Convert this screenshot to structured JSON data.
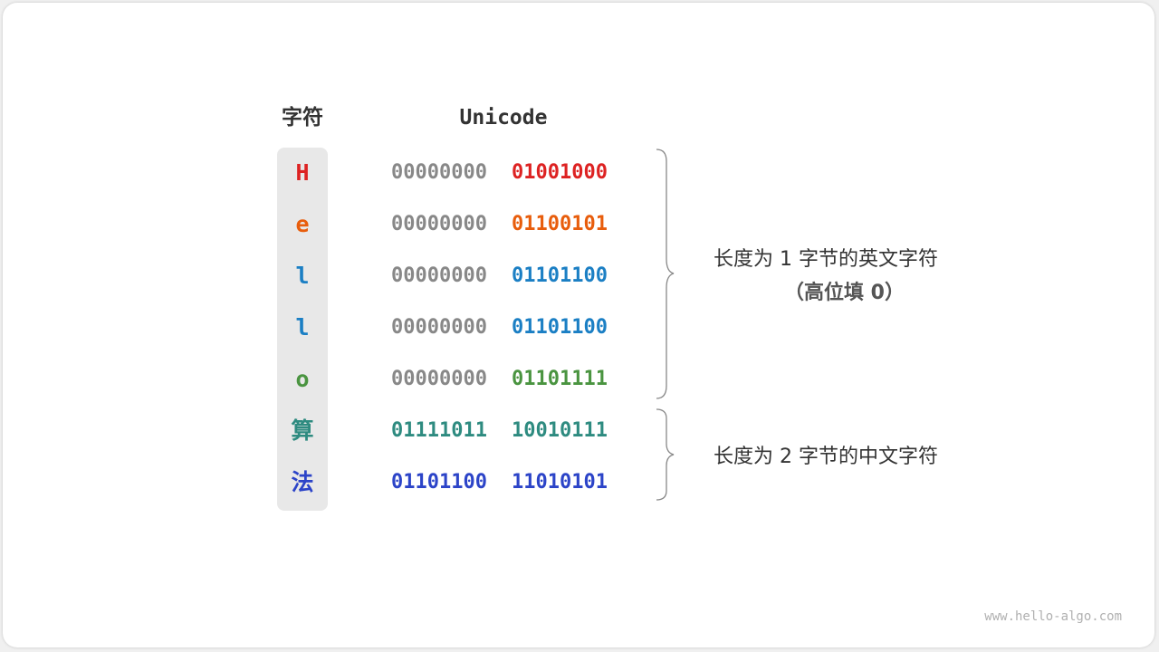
{
  "headers": {
    "char": "字符",
    "unicode": "Unicode"
  },
  "rows": [
    {
      "char": "H",
      "high": "00000000",
      "low": "01001000",
      "high_color": "#888888",
      "low_color": "#dd2222",
      "char_color": "#dd2222"
    },
    {
      "char": "e",
      "high": "00000000",
      "low": "01100101",
      "high_color": "#888888",
      "low_color": "#e85d0c",
      "char_color": "#e85d0c"
    },
    {
      "char": "l",
      "high": "00000000",
      "low": "01101100",
      "high_color": "#888888",
      "low_color": "#1b7fc4",
      "char_color": "#1b7fc4"
    },
    {
      "char": "l",
      "high": "00000000",
      "low": "01101100",
      "high_color": "#888888",
      "low_color": "#1b7fc4",
      "char_color": "#1b7fc4"
    },
    {
      "char": "o",
      "high": "00000000",
      "low": "01101111",
      "high_color": "#888888",
      "low_color": "#4a9440",
      "char_color": "#4a9440"
    },
    {
      "char": "算",
      "high": "01111011",
      "low": "10010111",
      "high_color": "#2e8b80",
      "low_color": "#2e8b80",
      "char_color": "#2e8b80"
    },
    {
      "char": "法",
      "high": "01101100",
      "low": "11010101",
      "high_color": "#2c44c8",
      "low_color": "#2c44c8",
      "char_color": "#2c44c8"
    }
  ],
  "groups": {
    "english": {
      "label": "长度为 1 字节的英文字符",
      "note": "（高位填 0）"
    },
    "chinese": {
      "label": "长度为 2 字节的中文字符"
    }
  },
  "watermark": "www.hello-algo.com"
}
